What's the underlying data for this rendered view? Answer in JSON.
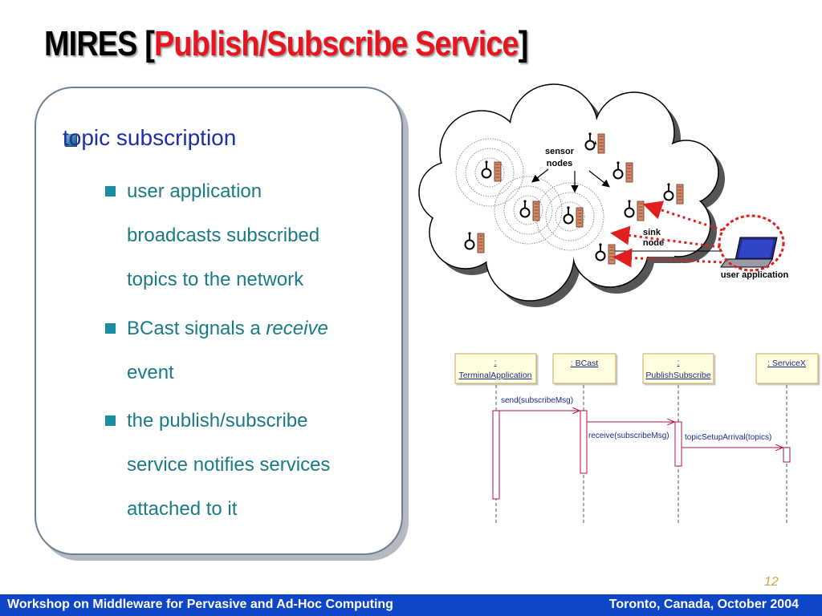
{
  "slide": {
    "title_prefix": "MIRES [",
    "title_highlight": "Publish/Subscribe Service",
    "title_suffix": "]",
    "page_number": "12"
  },
  "content": {
    "main_bullet": "topic subscription",
    "sub_bullets": [
      {
        "lines": [
          "user application",
          "broadcasts subscribed",
          "topics to the network"
        ]
      },
      {
        "pre": "BCast signals a ",
        "em": "receive",
        "line2": "event"
      },
      {
        "lines": [
          "the publish/subscribe",
          "service notifies services",
          "attached to it"
        ]
      }
    ]
  },
  "network_diagram": {
    "label_sensor_1": "sensor",
    "label_sensor_2": "nodes",
    "label_sink_1": "sink",
    "label_sink_2": "node",
    "label_user_app": "user application"
  },
  "sequence_diagram": {
    "participants": [
      {
        "line1": ":",
        "line2": "TerminalApplication"
      },
      {
        "line1": ": BCast",
        "line2": ""
      },
      {
        "line1": ":",
        "line2": "PublishSubscribe"
      },
      {
        "line1": ": ServiceX",
        "line2": ""
      }
    ],
    "messages": [
      "send(subscribeMsg)",
      "receive(subscribeMsg)",
      "topicSetupArrival(topics)"
    ]
  },
  "footer": {
    "left": "Workshop on Middleware for Pervasive and Ad-Hoc Computing",
    "right": "Toronto, Canada,  October 2004"
  },
  "colors": {
    "title_red": "#e8141e",
    "footer_blue": "#0f45c7",
    "bullet_teal": "#1a7b86",
    "main_bullet_blue": "#1a2ea6",
    "arrow_red": "#e01e1e"
  }
}
